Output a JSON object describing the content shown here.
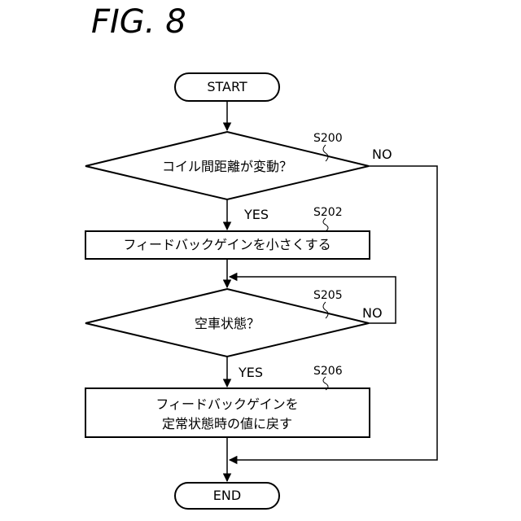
{
  "figure": {
    "title": "FIG. 8"
  },
  "nodes": {
    "start": "START",
    "decision_s200": "コイル間距離が変動？",
    "process_s202": "フィードバックゲインを小さくする",
    "decision_s205": "空車状態？",
    "process_s206_line1": "フィードバックゲインを",
    "process_s206_line2": "定常状態時の値に戻す",
    "end": "END"
  },
  "step_labels": {
    "s200": "S200",
    "s202": "S202",
    "s205": "S205",
    "s206": "S206"
  },
  "branch_labels": {
    "s200_yes": "YES",
    "s200_no": "NO",
    "s205_yes": "YES",
    "s205_no": "NO"
  }
}
